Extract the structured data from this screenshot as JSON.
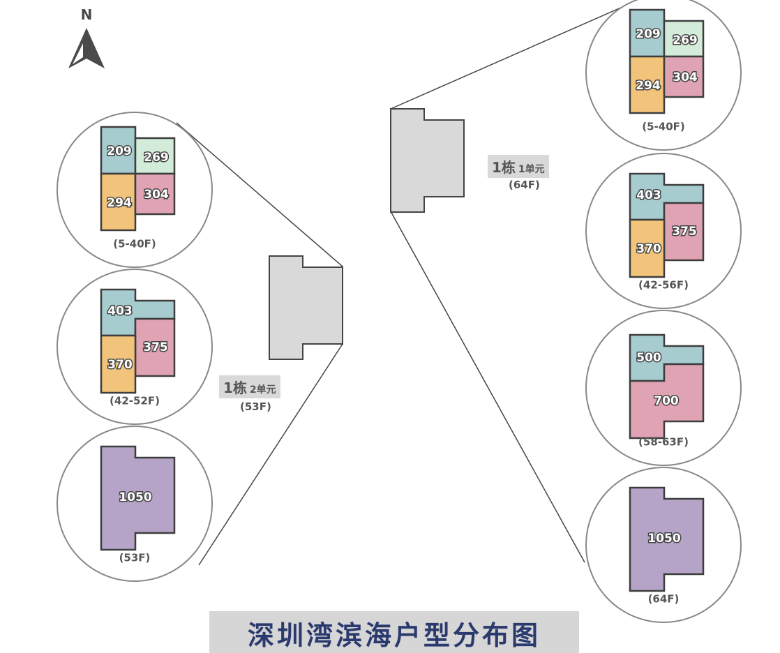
{
  "colors": {
    "teal": "#a6ccd0",
    "mint": "#d3ecd9",
    "orange": "#f2c47b",
    "pink": "#dfa3b3",
    "purple": "#b5a4c7",
    "building_gray": "#d9d9d9",
    "title_text": "#2a3a6e"
  },
  "compass": {
    "label": "N",
    "icon": "north-arrow-icon"
  },
  "buildings": [
    {
      "id": "unit2",
      "tag_big": "1栋",
      "tag_small": "2单元",
      "floors": "(53F)",
      "floor_plans": [
        {
          "floors": "(5-40F)",
          "layout": "four",
          "units": [
            "209",
            "269",
            "294",
            "304"
          ]
        },
        {
          "floors": "(42-52F)",
          "layout": "three",
          "units": [
            "403",
            "375",
            "370"
          ]
        },
        {
          "floors": "(53F)",
          "layout": "one",
          "units": [
            "1050"
          ]
        }
      ]
    },
    {
      "id": "unit1",
      "tag_big": "1栋",
      "tag_small": "1单元",
      "floors": "(64F)",
      "floor_plans": [
        {
          "floors": "(5-40F)",
          "layout": "four",
          "units": [
            "209",
            "269",
            "294",
            "304"
          ]
        },
        {
          "floors": "(42-56F)",
          "layout": "three",
          "units": [
            "403",
            "375",
            "370"
          ]
        },
        {
          "floors": "(58-63F)",
          "layout": "two",
          "units": [
            "500",
            "700"
          ]
        },
        {
          "floors": "(64F)",
          "layout": "one",
          "units": [
            "1050"
          ]
        }
      ]
    }
  ],
  "title": "深圳湾滨海户型分布图"
}
